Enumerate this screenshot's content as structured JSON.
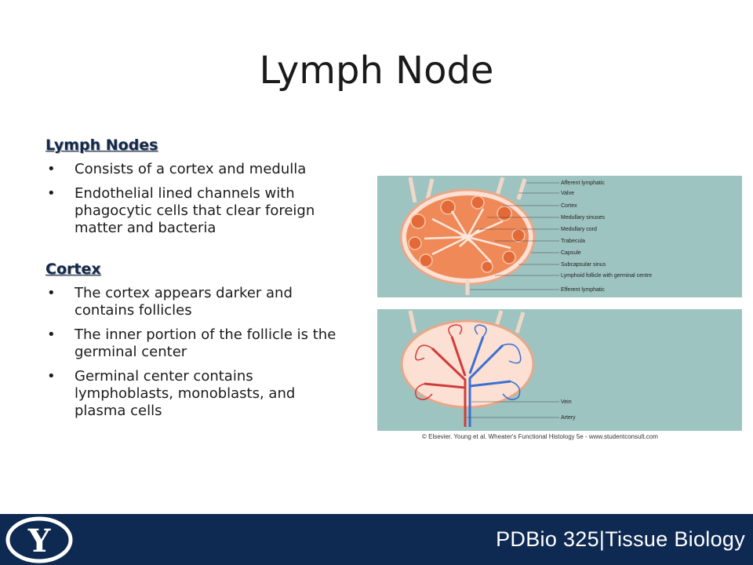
{
  "slide": {
    "title": "Lymph Node",
    "sections": [
      {
        "heading": "Lymph Nodes",
        "bullets": [
          "Consists of a cortex and medulla",
          "Endothelial lined channels with phagocytic cells that clear foreign matter and bacteria"
        ]
      },
      {
        "heading": "Cortex",
        "bullets": [
          "The cortex appears darker and contains follicles",
          "The inner portion of the follicle is the germinal center",
          "Germinal center contains lymphoblasts, monoblasts, and plasma cells"
        ]
      }
    ]
  },
  "figure": {
    "top_labels": [
      "Afferent lymphatic",
      "Valve",
      "Cortex",
      "Medullary sinuses",
      "Medullary cord",
      "Trabecula",
      "Capsule",
      "Subcapsular sinus",
      "Lymphoid follicle with germinal centre",
      "Efferent lymphatic"
    ],
    "bottom_labels": [
      "Vein",
      "Artery"
    ],
    "credit": "© Elsevier. Young et al. Wheater's Functional Histology 5e - www.studentconsult.com"
  },
  "footer": {
    "logo_letter": "Y",
    "course": "PDBio 325|Tissue Biology"
  },
  "colors": {
    "footer_bg": "#0e2a52",
    "figure_bg": "#9ec4c2",
    "heading": "#13294b"
  }
}
